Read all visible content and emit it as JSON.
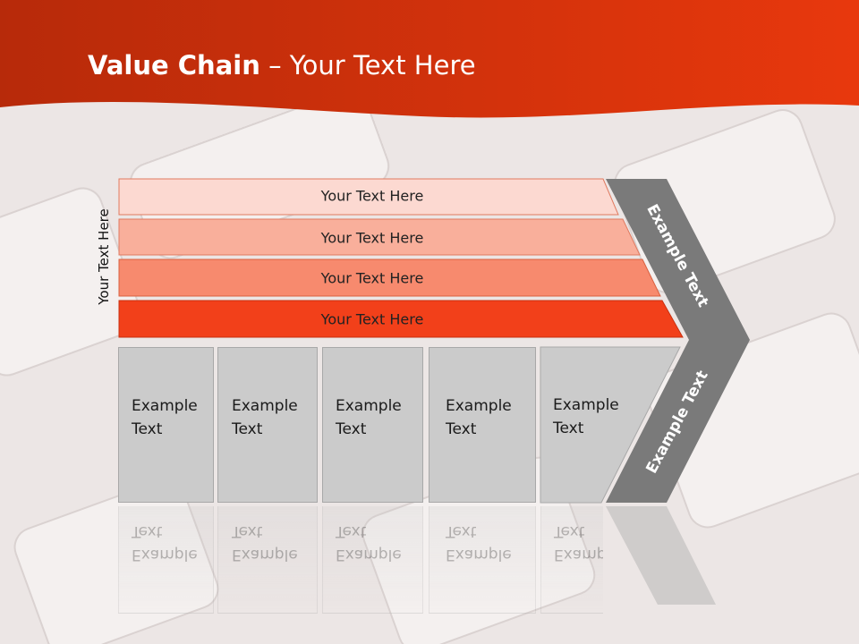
{
  "slide": {
    "title_bold": "Value Chain",
    "title_rest": " – Your Text Here",
    "side_label": "Your Text Here",
    "rows": [
      {
        "label": "Your Text Here",
        "color": "#fcd9d1"
      },
      {
        "label": "Your Text Here",
        "color": "#f9af9b"
      },
      {
        "label": "Your Text Here",
        "color": "#f78a6e"
      },
      {
        "label": "Your Text Here",
        "color": "#f2401a"
      }
    ],
    "cells": [
      {
        "line1": "Example",
        "line2": "Text"
      },
      {
        "line1": "Example",
        "line2": "Text"
      },
      {
        "line1": "Example",
        "line2": "Text"
      },
      {
        "line1": "Example",
        "line2": "Text"
      },
      {
        "line1": "Example",
        "line2": "Text"
      }
    ],
    "arrow_upper_text": "Example Text",
    "arrow_lower_text": "Example Text",
    "colors": {
      "header": "#c82d0c",
      "arrow": "#7a7a7a",
      "cell": "#cbcbcb"
    }
  }
}
